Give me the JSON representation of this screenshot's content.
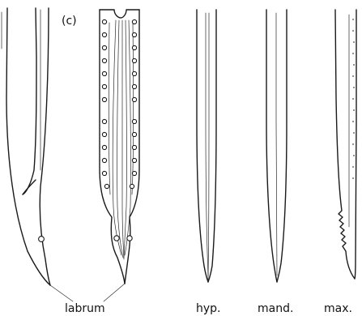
{
  "figure": {
    "panel_label": "(c)",
    "labels": {
      "labrum": "labrum",
      "hypopharynx": "hyp.",
      "mandible": "mand.",
      "maxilla": "max."
    }
  }
}
